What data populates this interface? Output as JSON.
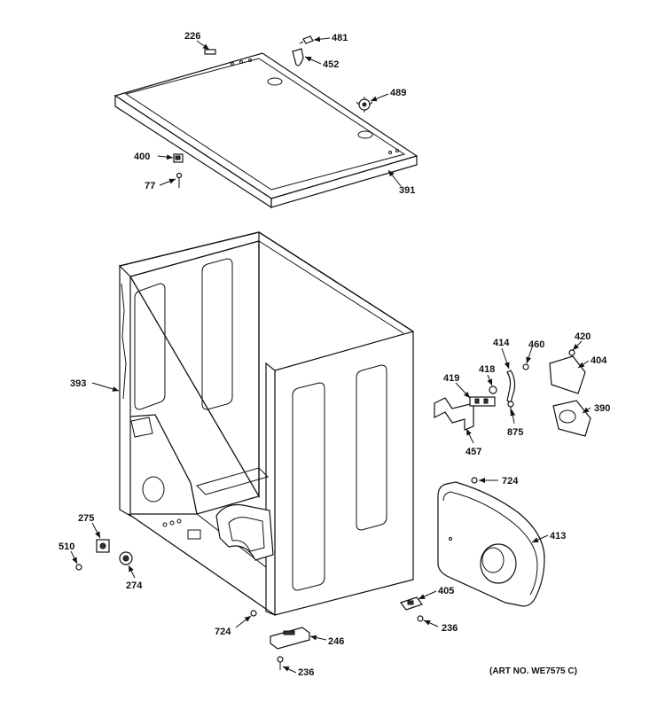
{
  "diagram": {
    "art_number": "(ART NO. WE7575 C)",
    "callouts": {
      "c226": "226",
      "c481": "481",
      "c452": "452",
      "c489": "489",
      "c400": "400",
      "c77": "77",
      "c391": "391",
      "c393": "393",
      "c414": "414",
      "c460": "460",
      "c420": "420",
      "c404": "404",
      "c419": "419",
      "c418": "418",
      "c390": "390",
      "c875": "875",
      "c457": "457",
      "c724a": "724",
      "c413": "413",
      "c275": "275",
      "c510": "510",
      "c274": "274",
      "c405": "405",
      "c236a": "236",
      "c724b": "724",
      "c246": "246",
      "c236b": "236"
    }
  }
}
